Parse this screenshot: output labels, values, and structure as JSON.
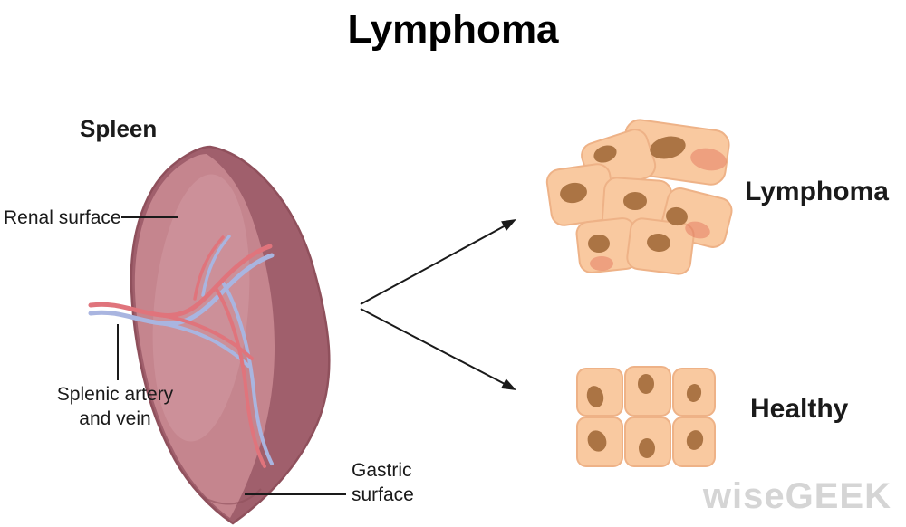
{
  "title": "Lymphoma",
  "spleen": {
    "label": "Spleen",
    "renal_surface": "Renal surface",
    "splenic_vessels": "Splenic artery and vein",
    "gastric_surface": "Gastric surface"
  },
  "cells": {
    "lymphoma_label": "Lymphoma",
    "healthy_label": "Healthy"
  },
  "watermark": "wiseGEEK",
  "colors": {
    "spleen_dark": "#a05f6c",
    "spleen_mid": "#c5858e",
    "spleen_highlight": "#d49ba3",
    "artery_red": "#e0747c",
    "vein_blue": "#a9b5e0",
    "cell_fill": "#f9c9a0",
    "cell_stroke": "#edaf80",
    "nucleus_brown": "#ab7444",
    "blush_red": "#de6450",
    "line_black": "#1a1a1a"
  }
}
